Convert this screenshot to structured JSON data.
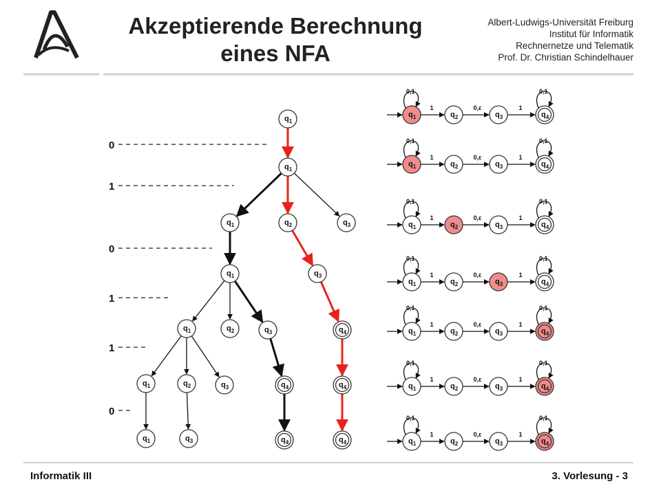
{
  "title_line1": "Akzeptierende Berechnung",
  "title_line2": "eines NFA",
  "institution": [
    "Albert-Ludwigs-Universität Freiburg",
    "Institut für Informatik",
    "Rechnernetze und Telematik",
    "Prof. Dr. Christian Schindelhauer"
  ],
  "footer_left": "Informatik III",
  "footer_right": "3. Vorlesung  - 3",
  "input_symbols": [
    "0",
    "1",
    "0",
    "1",
    "1",
    "0"
  ],
  "tree": {
    "nodes": [
      {
        "id": "n0",
        "state": "1"
      },
      {
        "id": "n1",
        "state": "1"
      },
      {
        "id": "a1",
        "state": "1"
      },
      {
        "id": "a2",
        "state": "2"
      },
      {
        "id": "a3",
        "state": "3"
      },
      {
        "id": "b1",
        "state": "1"
      },
      {
        "id": "b3",
        "state": "3"
      },
      {
        "id": "c1",
        "state": "1"
      },
      {
        "id": "c2",
        "state": "2"
      },
      {
        "id": "c3",
        "state": "3"
      },
      {
        "id": "c4",
        "state": "4",
        "accept": true
      },
      {
        "id": "d1",
        "state": "1"
      },
      {
        "id": "d2",
        "state": "2"
      },
      {
        "id": "d3",
        "state": "3"
      },
      {
        "id": "d4",
        "state": "4",
        "accept": true
      },
      {
        "id": "d5",
        "state": "4",
        "accept": true
      },
      {
        "id": "e1",
        "state": "1"
      },
      {
        "id": "e2",
        "state": "3"
      },
      {
        "id": "e3",
        "state": "4",
        "accept": true
      },
      {
        "id": "e4",
        "state": "4",
        "accept": true
      }
    ],
    "edges": [
      {
        "from": "n0",
        "to": "n1",
        "style": "red"
      },
      {
        "from": "n1",
        "to": "a1",
        "style": "bold"
      },
      {
        "from": "n1",
        "to": "a2",
        "style": "red"
      },
      {
        "from": "n1",
        "to": "a3",
        "style": "thin"
      },
      {
        "from": "a1",
        "to": "b1",
        "style": "bold"
      },
      {
        "from": "a2",
        "to": "b3",
        "style": "red"
      },
      {
        "from": "b1",
        "to": "c1",
        "style": "thin"
      },
      {
        "from": "b1",
        "to": "c2",
        "style": "thin"
      },
      {
        "from": "b1",
        "to": "c3",
        "style": "bold"
      },
      {
        "from": "b3",
        "to": "c4",
        "style": "red"
      },
      {
        "from": "c1",
        "to": "d1",
        "style": "thin"
      },
      {
        "from": "c1",
        "to": "d2",
        "style": "thin"
      },
      {
        "from": "c1",
        "to": "d3",
        "style": "thin"
      },
      {
        "from": "c3",
        "to": "d4",
        "style": "bold"
      },
      {
        "from": "c4",
        "to": "d5",
        "style": "red"
      },
      {
        "from": "d1",
        "to": "e1",
        "style": "thin"
      },
      {
        "from": "d2",
        "to": "e2",
        "style": "thin"
      },
      {
        "from": "d4",
        "to": "e3",
        "style": "bold"
      },
      {
        "from": "d5",
        "to": "e4",
        "style": "red"
      }
    ]
  },
  "nfa": {
    "states": [
      "1",
      "2",
      "3",
      "4"
    ],
    "accepting": "4",
    "edge_labels": [
      "1",
      "0,ε",
      "1"
    ],
    "loop_label": "0,1",
    "snapshots": [
      {
        "active": [
          "1"
        ]
      },
      {
        "active": [
          "1"
        ]
      },
      {
        "active": [
          "2"
        ]
      },
      {
        "active": [
          "3"
        ]
      },
      {
        "active": [
          "4"
        ]
      },
      {
        "active": [
          "4"
        ]
      },
      {
        "active": [
          "4"
        ]
      }
    ]
  },
  "colors": {
    "highlight_path": "#e8231a",
    "active_fill": "#f28b8b",
    "node_stroke": "#333333",
    "text": "#111111",
    "divider": "#cfcfcf"
  }
}
